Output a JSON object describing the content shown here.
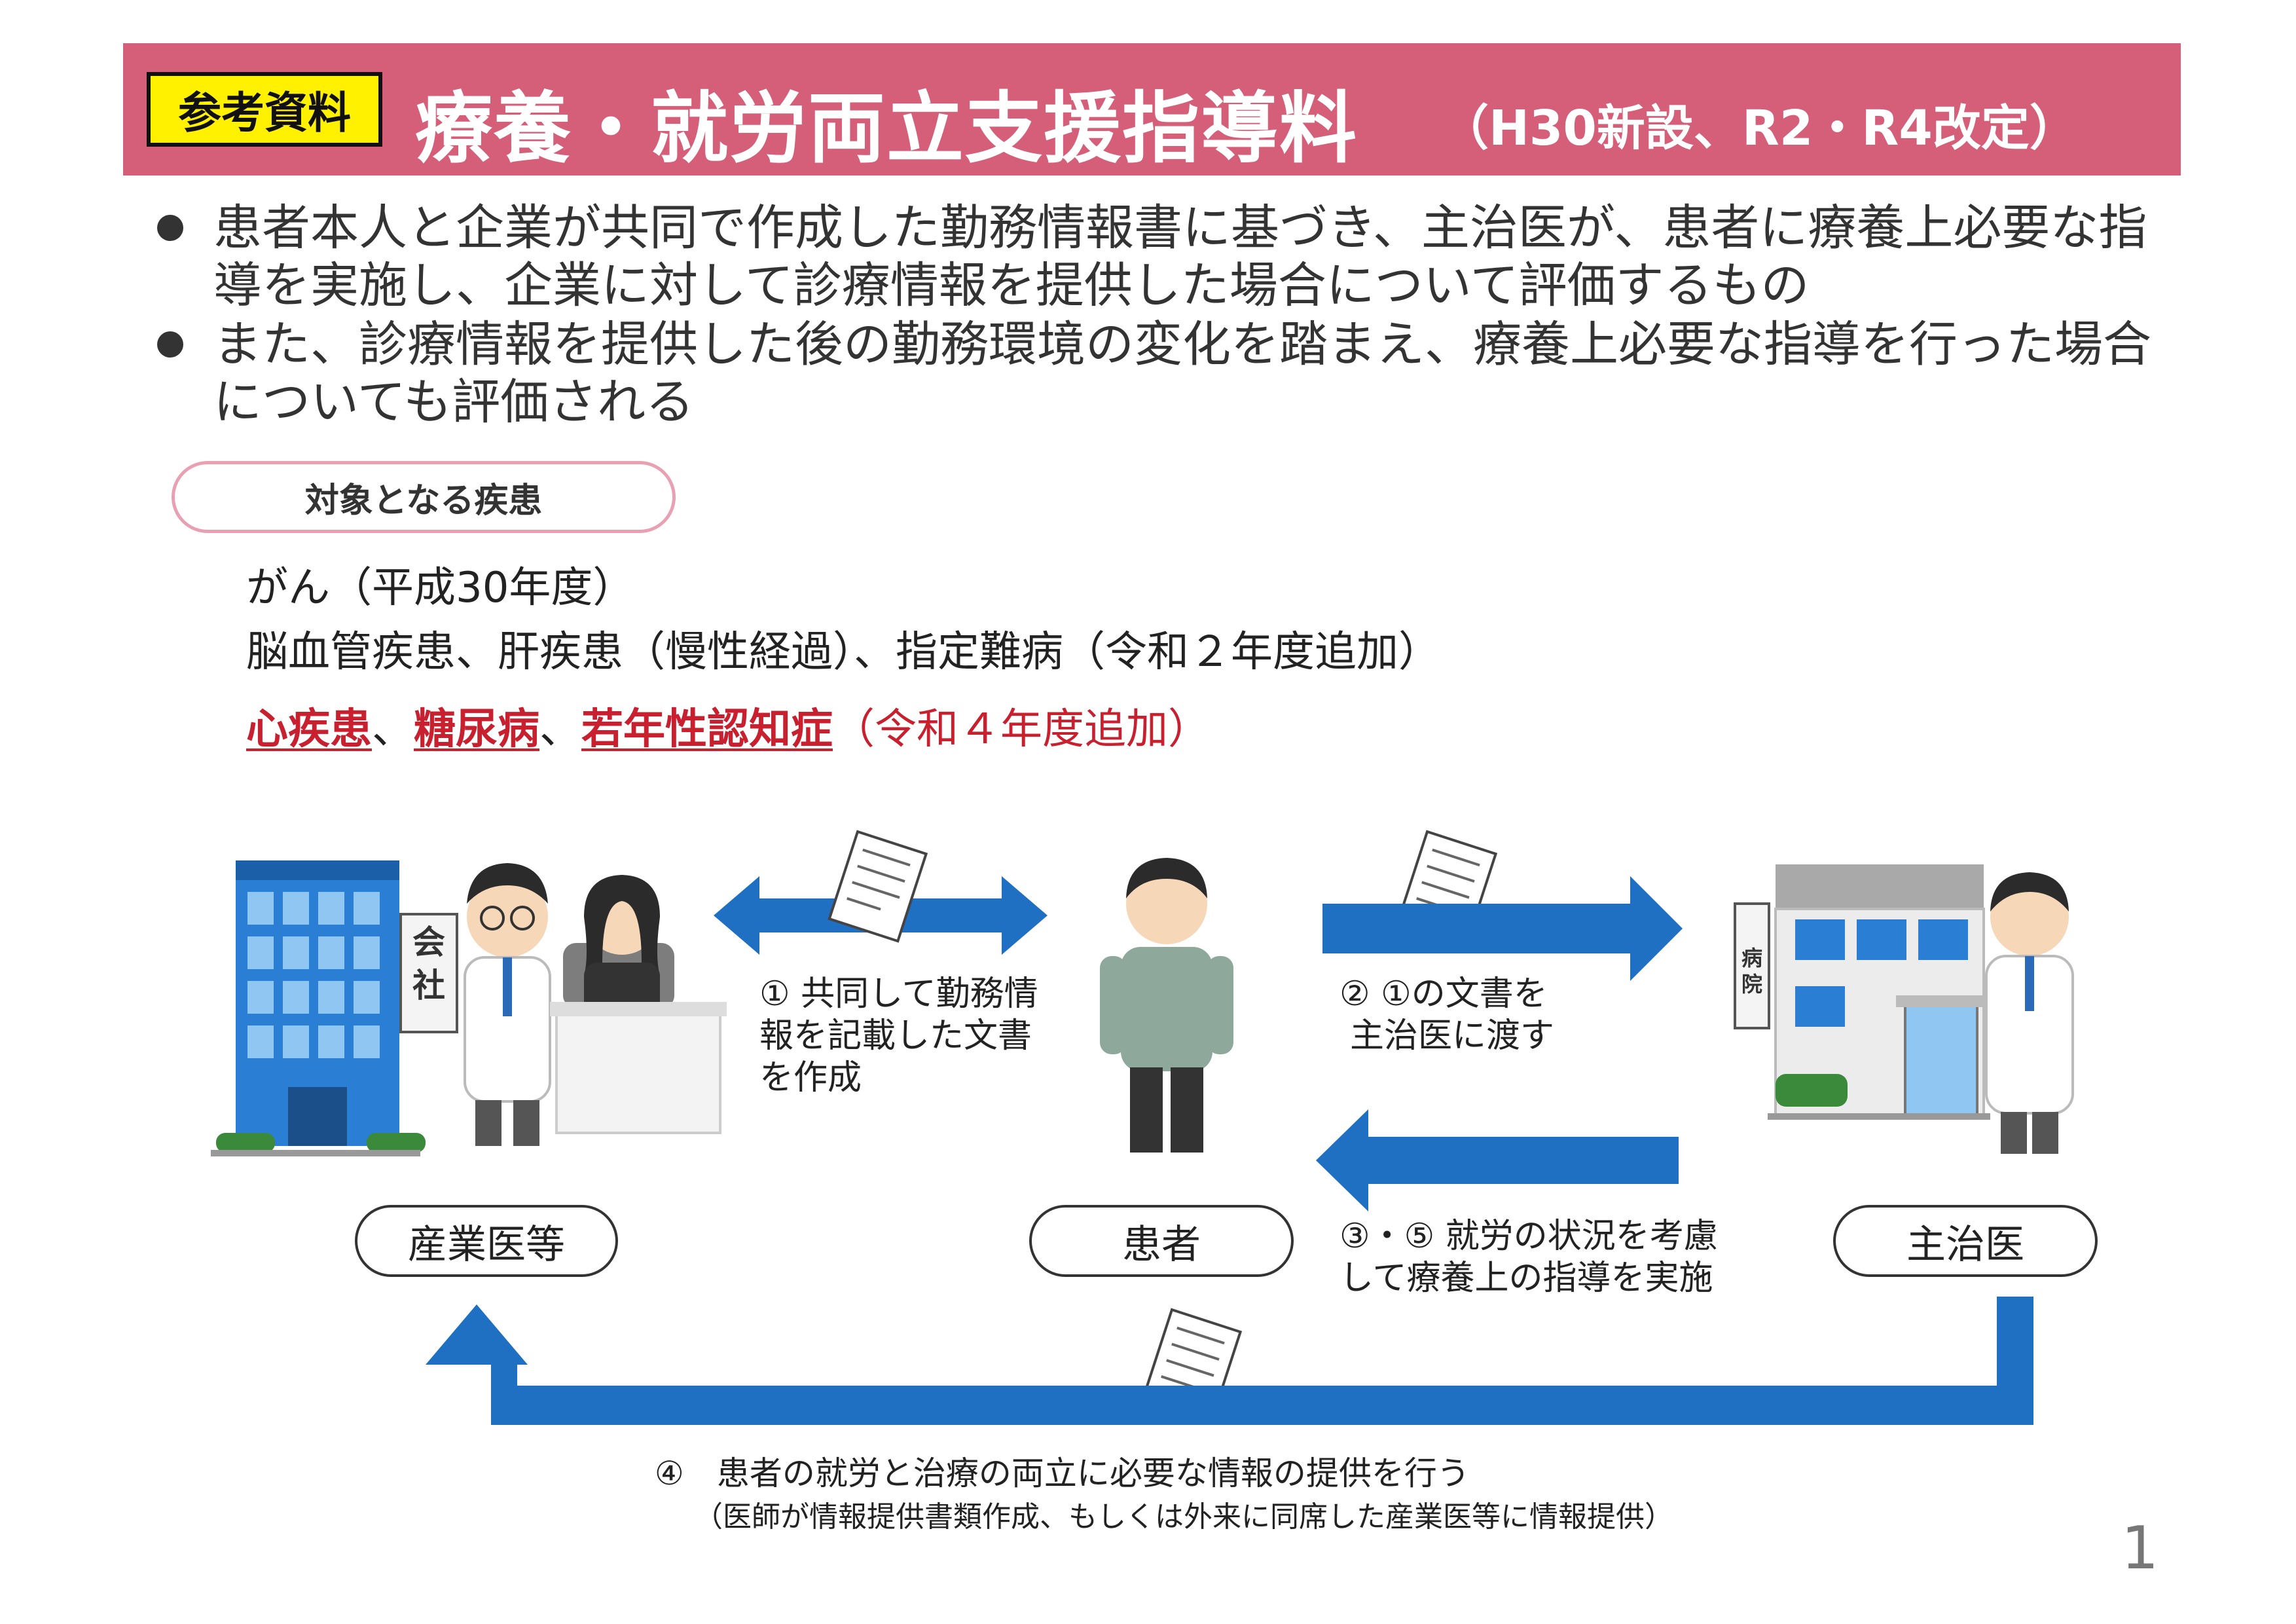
{
  "header": {
    "tag": "参考資料",
    "title": "療養・就労両立支援指導料",
    "subtitle": "（H30新設、R2・R4改定）"
  },
  "bullets": [
    "患者本人と企業が共同で作成した勤務情報書に基づき、主治医が、患者に療養上必要な指導を実施し、企業に対して診療情報を提供した場合について評価するもの",
    "また、診療情報を提供した後の勤務環境の変化を踏まえ、療養上必要な指導を行った場合についても評価される"
  ],
  "diseases": {
    "label": "対象となる疾患",
    "line1": "がん（平成30年度）",
    "line2": "脳血管疾患、肝疾患（慢性経過）、指定難病（令和２年度追加）",
    "line3_items": [
      "心疾患",
      "糖尿病",
      "若年性認知症"
    ],
    "line3_sep": "、",
    "line3_suffix": "（令和４年度追加）"
  },
  "diagram": {
    "nodes": {
      "company": "産業医等",
      "patient": "患者",
      "doctor": "主治医"
    },
    "building_signs": {
      "company": "会社",
      "hospital": "病院"
    },
    "steps": {
      "step1": [
        "① 共同して勤務情",
        "報を記載した文書",
        "を作成"
      ],
      "step2": [
        "② ①の文書を",
        "主治医に渡す"
      ],
      "step3": [
        "③・⑤ 就労の状況を考慮",
        "して療養上の指導を実施"
      ],
      "step4": "④　患者の就労と治療の両立に必要な情報の提供を行う",
      "step4_note": "（医師が情報提供書類作成、もしくは外来に同席した産業医等に情報提供）"
    }
  },
  "page_number": "1",
  "colors": {
    "header_bg": "#d55e78",
    "tag_bg": "#fff100",
    "arrow_blue": "#1f6fc2",
    "emphasis_red": "#c8202f",
    "pill_border": "#e8a0b2"
  }
}
